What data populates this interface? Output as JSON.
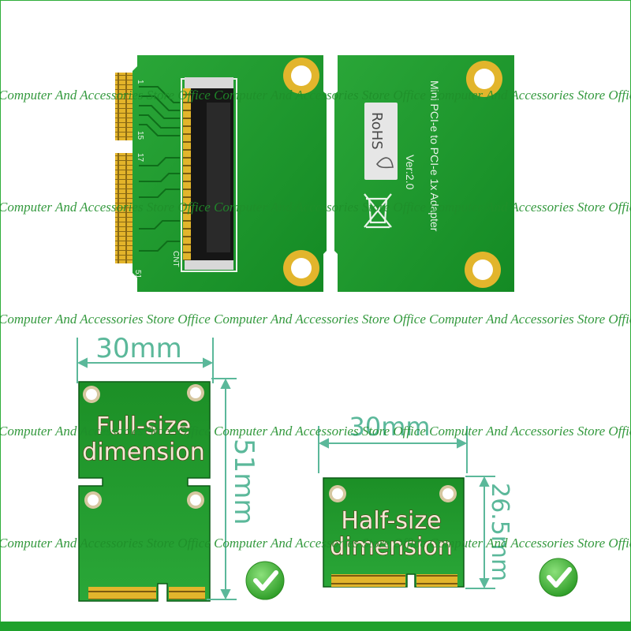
{
  "adapter": {
    "pin_1": "1",
    "pin_15": "15",
    "pin_17": "17",
    "pin_51": "51",
    "cnt": "CNT",
    "title_line_1": "Mini  PCI-e  to  PCI-e  1x  Adapter",
    "version": "Ver:2.0",
    "rohs": "RoHS"
  },
  "dimensions": {
    "full_width": "30mm",
    "full_height": "51mm",
    "half_width": "30mm",
    "half_height": "26.5mm",
    "full_label_line1": "Full-size",
    "full_label_line2": "dimension",
    "half_label_line1": "Half-size",
    "half_label_line2": "dimension"
  },
  "watermark": {
    "text": "Computer And Accessories Store Office Computer And Accessories Store Office Computer And Accessories Store Office"
  },
  "colors": {
    "pcb_green": "#1a9a2a",
    "gold": "#e2b52c",
    "dim_line": "#5bb89a",
    "check_green": "#3cae2f"
  }
}
